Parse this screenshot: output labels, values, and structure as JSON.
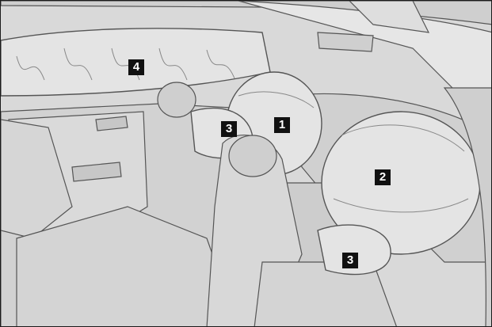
{
  "figure": {
    "callouts": [
      {
        "id": "callout-1",
        "label": "1",
        "meaning": "driver-front-airbag"
      },
      {
        "id": "callout-2",
        "label": "2",
        "meaning": "passenger-front-airbag"
      },
      {
        "id": "callout-3a",
        "label": "3",
        "meaning": "rear-seat-side-airbag"
      },
      {
        "id": "callout-3b",
        "label": "3",
        "meaning": "front-seat-side-airbag"
      },
      {
        "id": "callout-4",
        "label": "4",
        "meaning": "curtain-shield-airbag"
      }
    ],
    "colors": {
      "background": "#d9d9d9",
      "shading": "#c9c9c9",
      "airbag_fill": "#e4e4e4",
      "outline": "#555555",
      "callout_bg": "#111111",
      "callout_text": "#ffffff"
    }
  }
}
